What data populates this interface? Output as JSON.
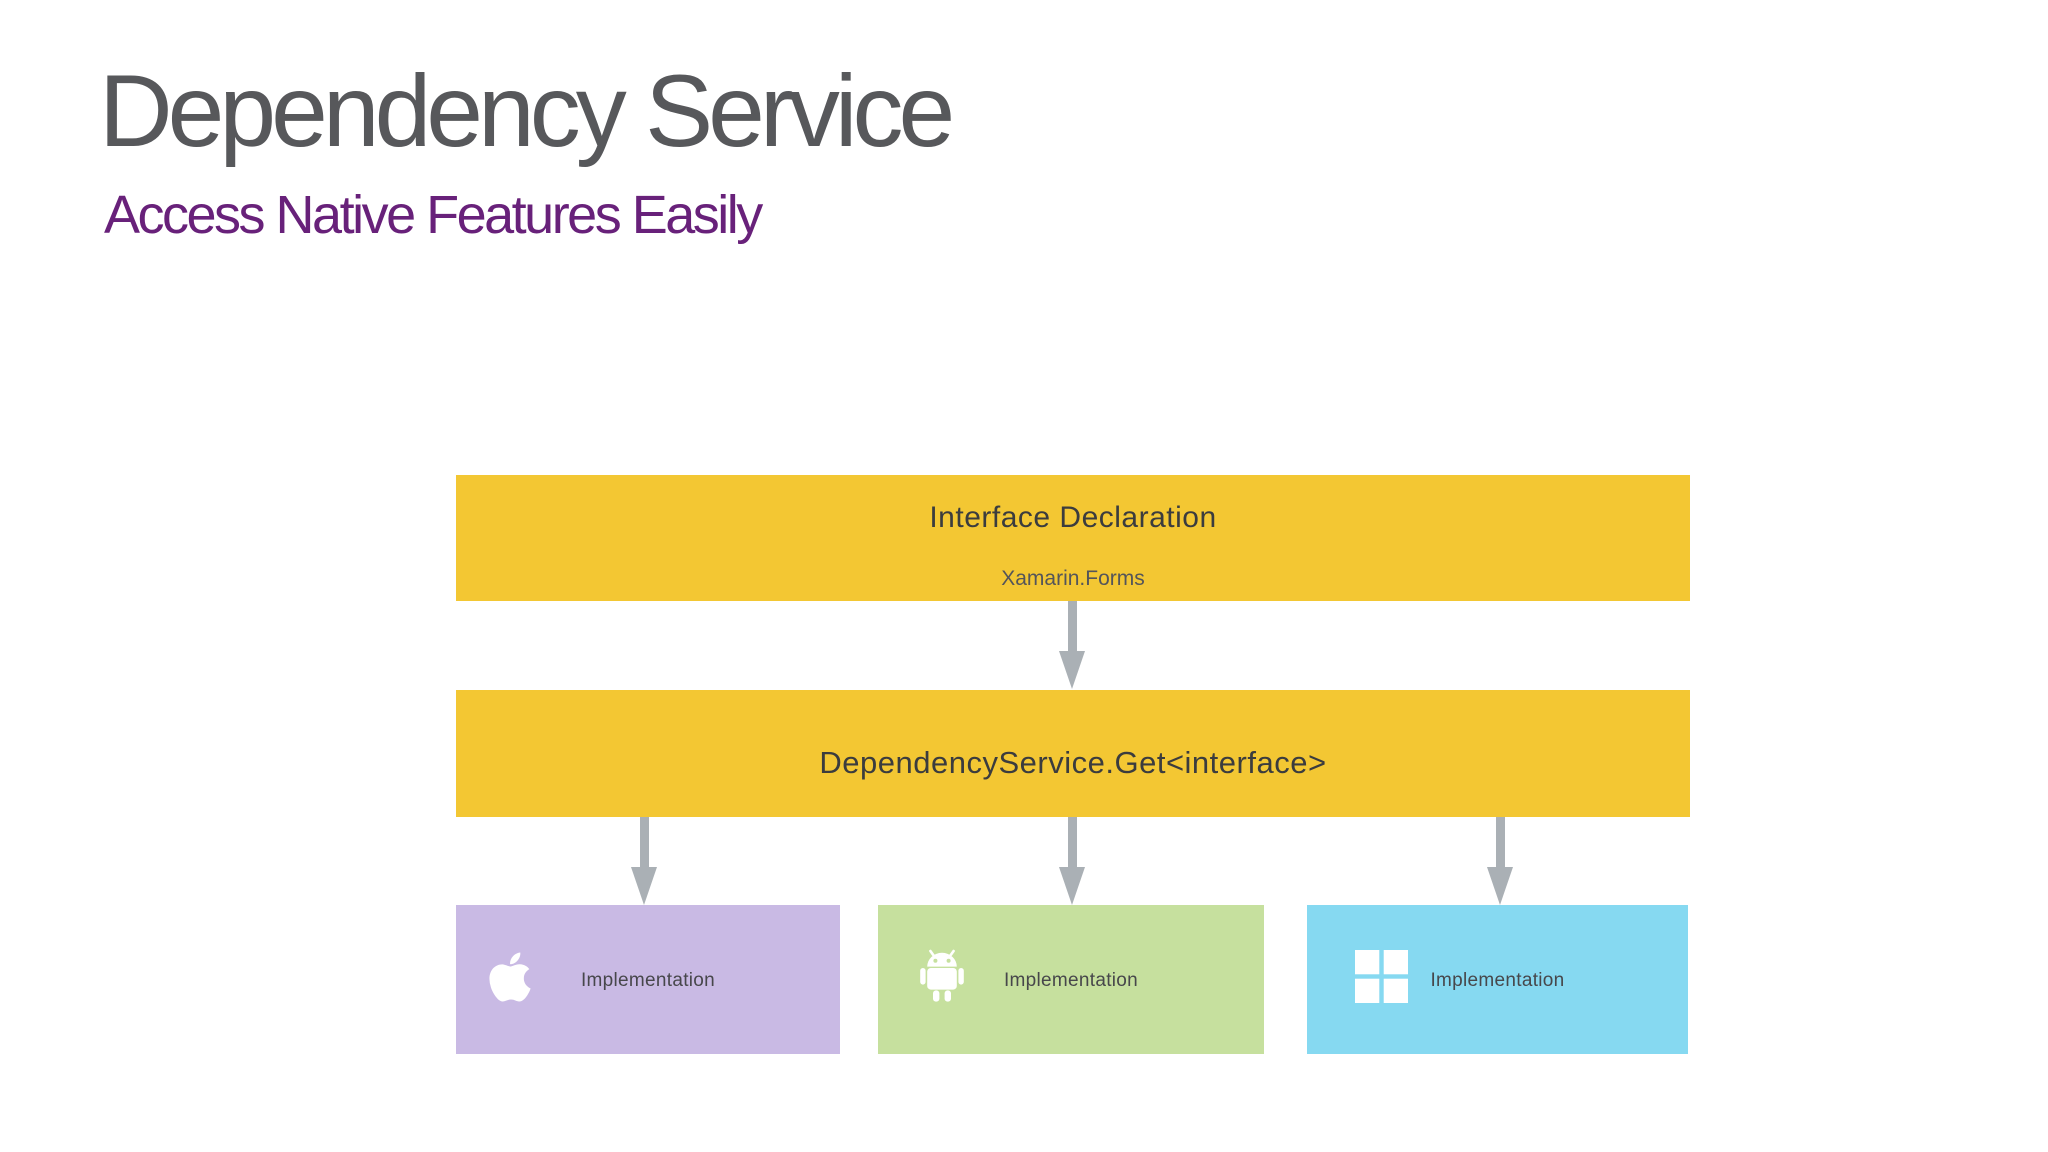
{
  "slide": {
    "title": "Dependency Service",
    "subtitle": "Access Native Features Easily",
    "title_color": "#57585B",
    "subtitle_color": "#68217A",
    "background_color": "#FFFFFF"
  },
  "diagram": {
    "interface_box": {
      "title": "Interface Declaration",
      "subtitle": "Xamarin.Forms",
      "bg_color": "#F3C733",
      "title_color": "#3B3C3E",
      "subtitle_color": "#54555A"
    },
    "service_box": {
      "label": "DependencyService.Get<interface>",
      "bg_color": "#F3C733",
      "label_color": "#3B3C3E"
    },
    "arrow_color": "#AAB0B5",
    "arrow_count": 4,
    "implementations": [
      {
        "icon": "apple-icon",
        "label": "Implementation",
        "bg_color": "#C9BAE4"
      },
      {
        "icon": "android-icon",
        "label": "Implementation",
        "bg_color": "#C6E09E"
      },
      {
        "icon": "windows-icon",
        "label": "Implementation",
        "bg_color": "#86D9F1"
      }
    ],
    "label_color": "#47474B"
  }
}
